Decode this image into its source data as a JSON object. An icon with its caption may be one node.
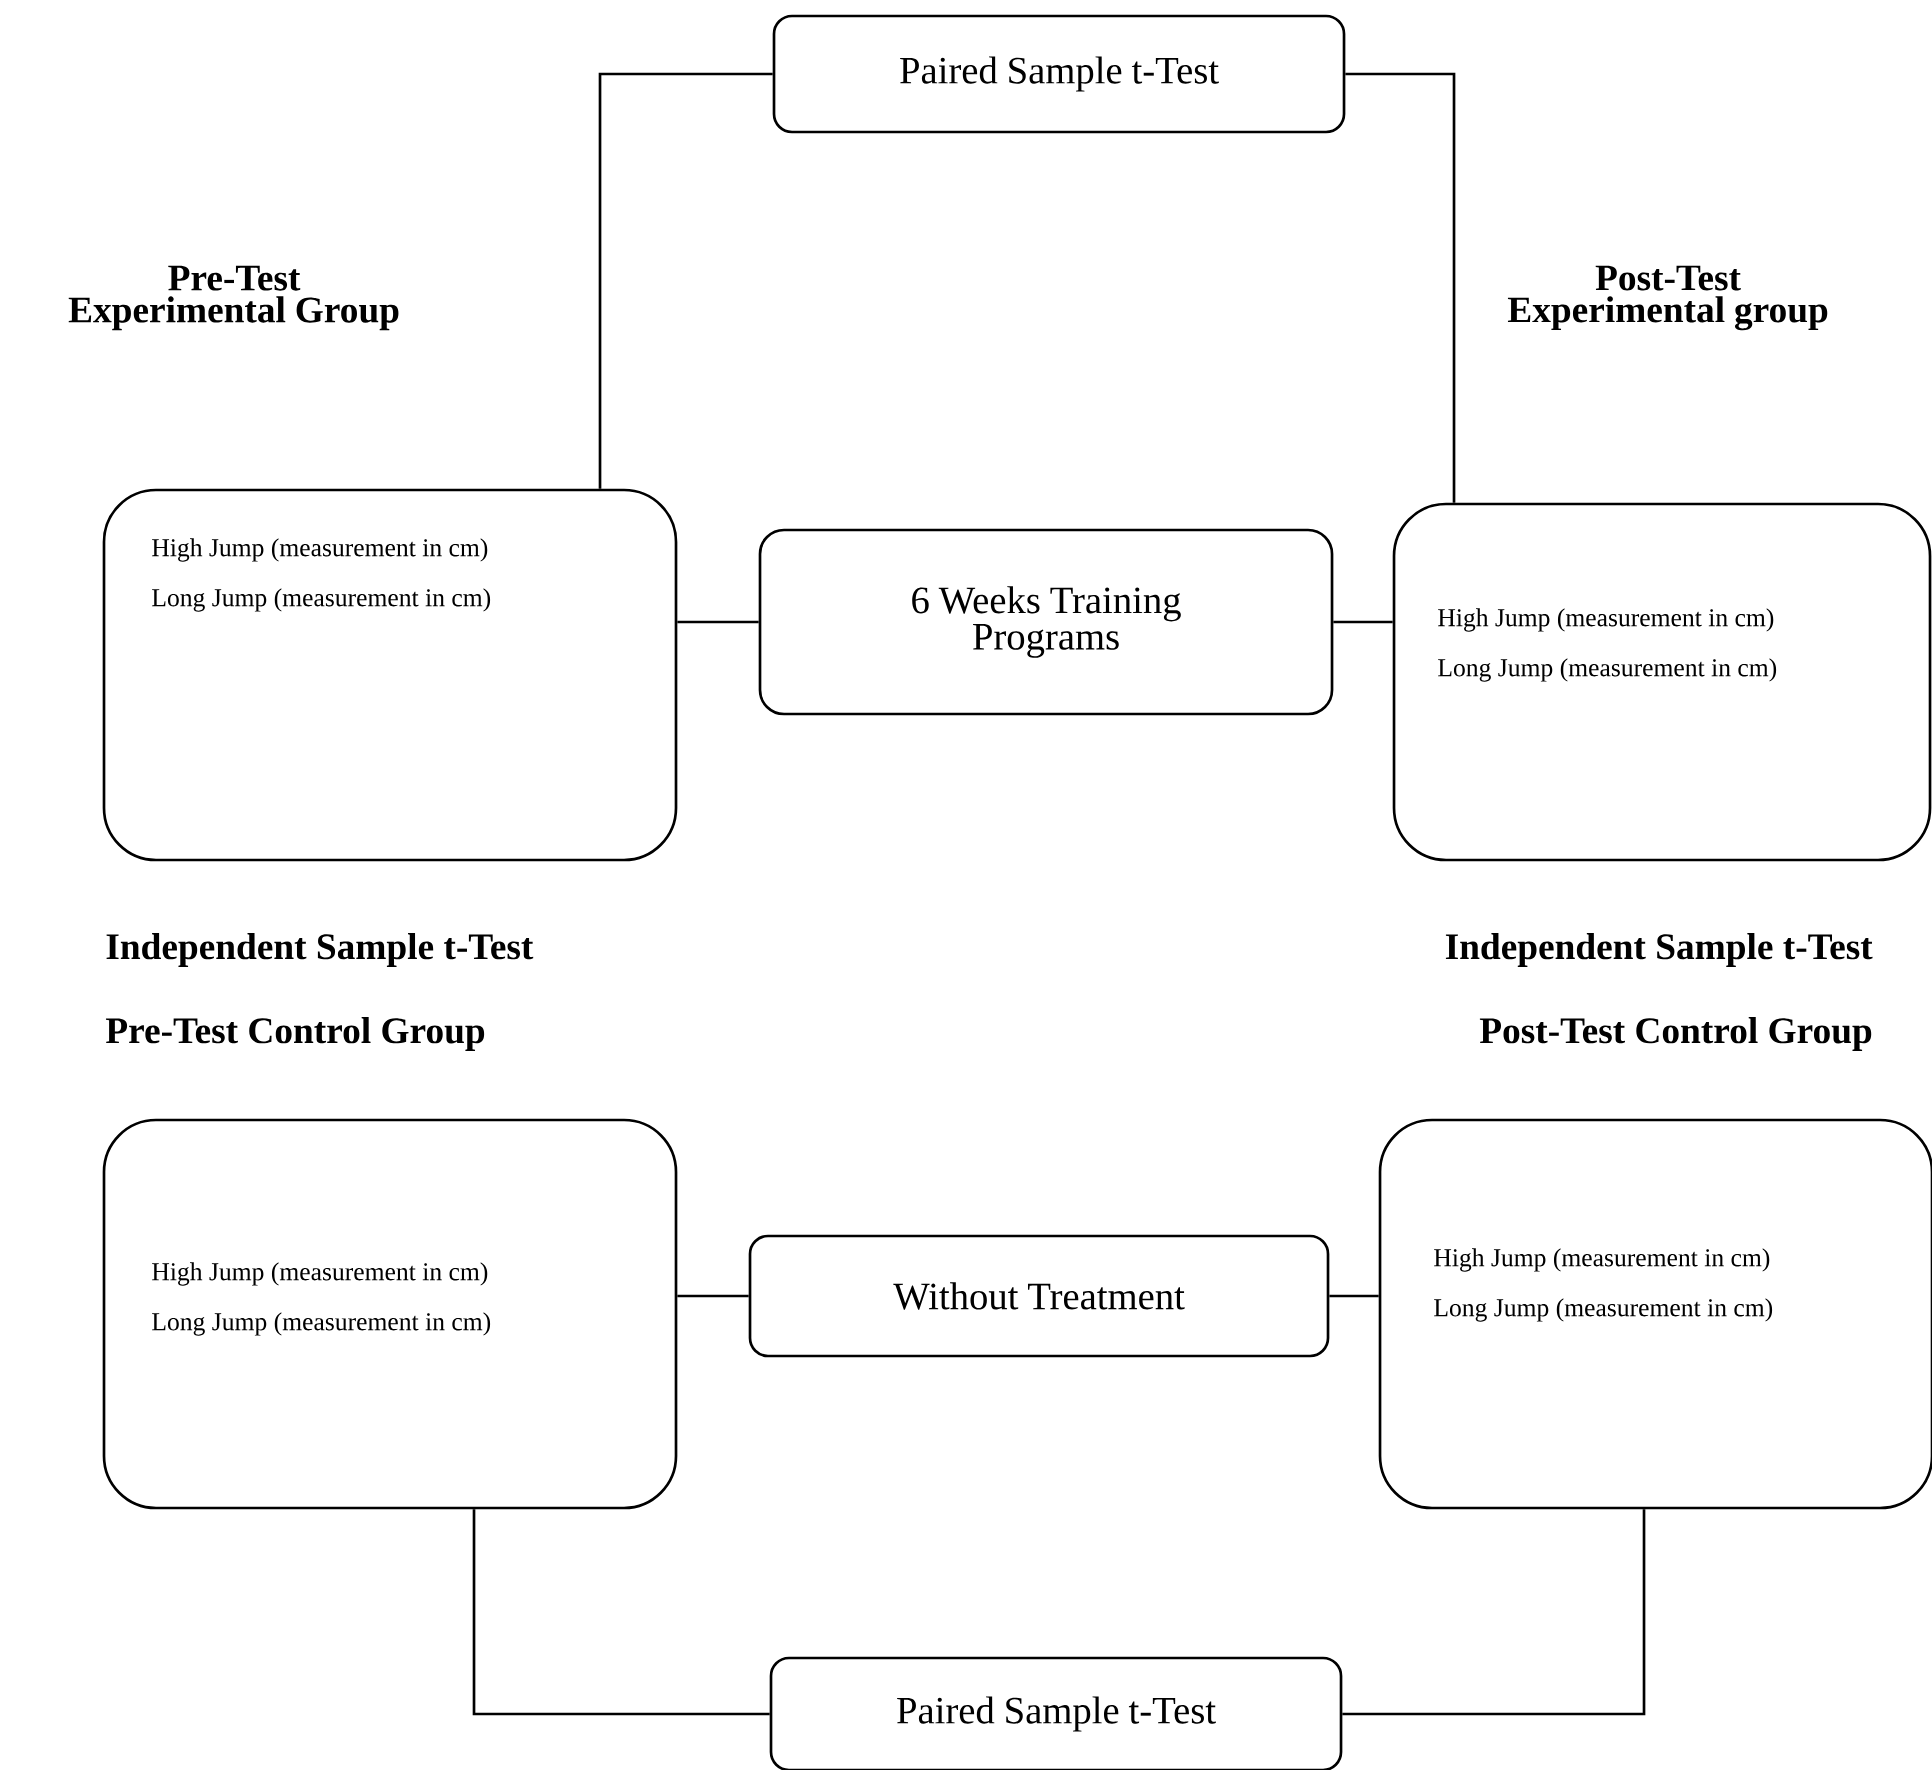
{
  "diagram": {
    "nodes": [
      {
        "text": [
          "Paired Sample t-Test"
        ]
      },
      {
        "text": [
          "Pre-Test Experimental Group",
          "High Jump (measurement in cm)",
          "Long Jump (measurement in cm)"
        ]
      },
      {
        "text": [
          "6 Weeks Training Programs"
        ]
      },
      {
        "text": [
          "Post-Test Experimental group",
          "High Jump (measurement in cm)",
          "Long Jump (measurement in cm)"
        ]
      },
      {
        "text": [
          "Pre-Test Control Group",
          "High Jump (measurement in cm)",
          "Long Jump (measurement in cm)"
        ]
      },
      {
        "text": [
          "Without Treatment"
        ]
      },
      {
        "text": [
          "Post-Test Control Group",
          "High Jump (measurement in cm)",
          "Long Jump (measurement in cm)"
        ]
      },
      {
        "text": [
          "Paired Sample t-Test"
        ]
      }
    ],
    "edges": [
      {
        "from": 1,
        "to": 0,
        "arrow": "none"
      },
      {
        "from": 0,
        "to": 3,
        "arrow": "none"
      },
      {
        "from": 1,
        "to": 2,
        "arrow": "none"
      },
      {
        "from": 2,
        "to": 3,
        "arrow": "none"
      },
      {
        "from": 4,
        "to": 5,
        "arrow": "none"
      },
      {
        "from": 5,
        "to": 6,
        "arrow": "none"
      },
      {
        "from": 4,
        "to": 7,
        "arrow": "none"
      },
      {
        "from": 7,
        "to": 6,
        "arrow": "none"
      }
    ],
    "labels": [
      "Independent Sample t-Test",
      "Independent Sample t-Test"
    ]
  }
}
